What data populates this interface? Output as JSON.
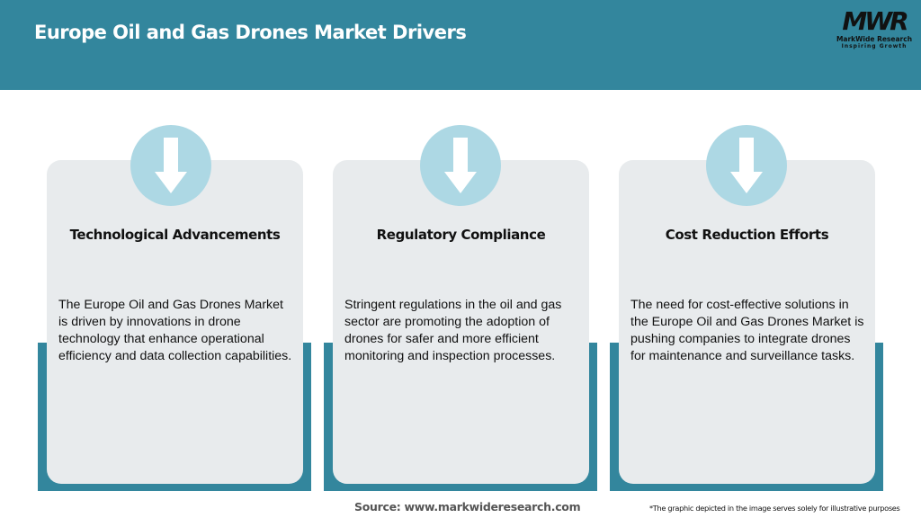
{
  "header": {
    "title": "Europe Oil and Gas Drones Market Drivers",
    "background_color": "#33869d"
  },
  "logo": {
    "mark": "MWR",
    "name": "MarkWide Research",
    "tagline": "Inspiring Growth"
  },
  "cards": [
    {
      "icon": "arrow-down-icon",
      "title": "Technological Advancements",
      "body": "The Europe Oil and Gas Drones Market is driven by innovations in drone technology that enhance operational efficiency and data collection capabilities."
    },
    {
      "icon": "arrow-down-icon",
      "title": "Regulatory Compliance",
      "body": "Stringent regulations in the oil and gas sector are promoting the adoption of drones for safer and more efficient monitoring and inspection processes."
    },
    {
      "icon": "arrow-down-icon",
      "title": "Cost Reduction Efforts",
      "body": "The need for cost-effective solutions in the Europe Oil and Gas Drones Market is pushing companies to integrate drones for maintenance and surveillance tasks."
    }
  ],
  "colors": {
    "accent_teal": "#33869d",
    "card_bg": "#e8ebed",
    "icon_circle": "#add8e4"
  },
  "footer": {
    "source": "Source: www.markwideresearch.com",
    "disclaimer": "*The graphic depicted in the image serves solely for illustrative purposes"
  }
}
